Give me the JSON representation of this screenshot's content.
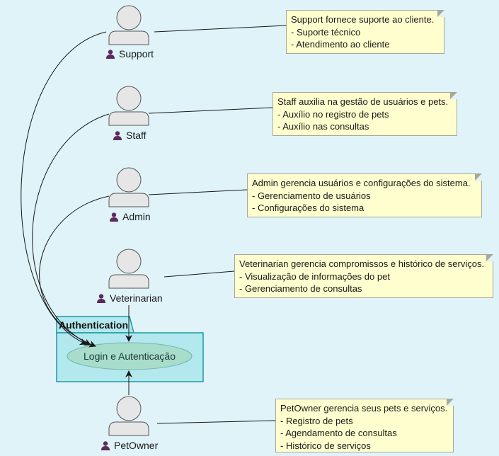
{
  "package": {
    "title": "Authentication"
  },
  "usecase": {
    "label": "Login e Autenticação"
  },
  "actors": [
    {
      "id": "support",
      "name": "Support"
    },
    {
      "id": "staff",
      "name": "Staff"
    },
    {
      "id": "admin",
      "name": "Admin"
    },
    {
      "id": "veterinarian",
      "name": "Veterinarian"
    },
    {
      "id": "petowner",
      "name": "PetOwner"
    }
  ],
  "notes": [
    {
      "actor": "support",
      "lines": [
        "Support fornece suporte ao cliente.",
        "- Suporte técnico",
        "- Atendimento ao cliente"
      ]
    },
    {
      "actor": "staff",
      "lines": [
        "Staff auxilia na gestão de usuários e pets.",
        "- Auxílio no registro de pets",
        "- Auxílio nas consultas"
      ]
    },
    {
      "actor": "admin",
      "lines": [
        "Admin gerencia usuários e configurações do sistema.",
        "- Gerenciamento de usuários",
        "- Configurações do sistema"
      ]
    },
    {
      "actor": "veterinarian",
      "lines": [
        "Veterinarian gerencia compromissos e histórico de serviços.",
        "- Visualização de informações do pet",
        "- Gerenciamento de consultas"
      ]
    },
    {
      "actor": "petowner",
      "lines": [
        "PetOwner gerencia seus pets e serviços.",
        "- Registro de pets",
        "- Agendamento de consultas",
        "- Histórico de serviços"
      ]
    }
  ],
  "colors": {
    "background": "#dff3f8",
    "package_fill": "#b4e8ef",
    "package_border": "#1a9aa3",
    "usecase_fill": "#a8dccb",
    "note_fill": "#fefece",
    "actor_fill": "#e6e6e6",
    "actor_icon": "#5c2a5c"
  }
}
